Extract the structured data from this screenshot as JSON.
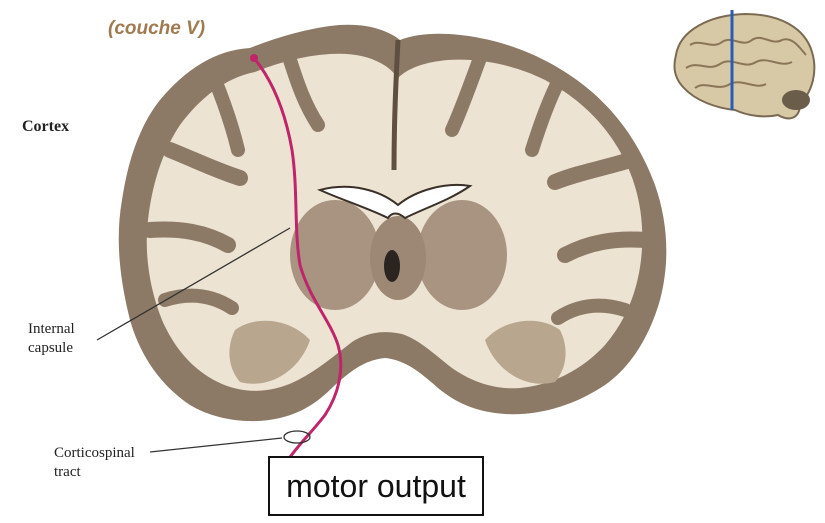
{
  "labels": {
    "layer_note": "(couche V)",
    "cortex": "Cortex",
    "internal_capsule_line1": "Internal",
    "internal_capsule_line2": "capsule",
    "corticospinal_line1": "Corticospinal",
    "corticospinal_line2": "tract",
    "output_box": "motor output"
  },
  "colors": {
    "tract_path": "#c0246b",
    "section_plane": "#2a5bb8",
    "gray_matter": "#8c7a66",
    "white_matter": "#ede3d2",
    "layer_note": "#a07a50"
  }
}
